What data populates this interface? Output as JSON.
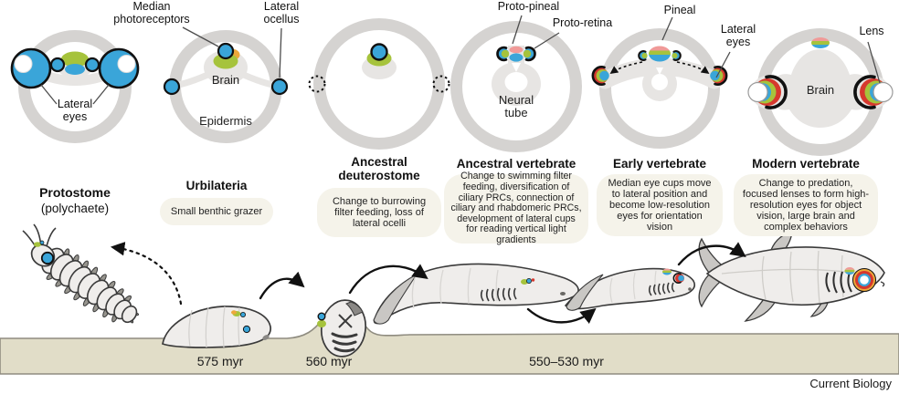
{
  "figure": {
    "credit": "Current Biology"
  },
  "callouts": {
    "median_photoreceptors": "Median photoreceptors",
    "lateral_ocellus": "Lateral ocellus",
    "lateral_eyes_protostome": "Lateral eyes",
    "brain_urbilateria": "Brain",
    "epidermis": "Epidermis",
    "proto_pineal": "Proto-pineal",
    "proto_retina": "Proto-retina",
    "neural_tube": "Neural tube",
    "pineal": "Pineal",
    "lateral_eyes_early_vertebrate": "Lateral eyes",
    "brain_modern_vertebrate": "Brain",
    "lens": "Lens"
  },
  "stages": [
    {
      "title": "Protostome",
      "subtitle": "(polychaete)",
      "description": ""
    },
    {
      "title": "Urbilateria",
      "description": "Small benthic grazer"
    },
    {
      "title": "Ancestral deuterostome",
      "description": "Change to burrowing filter feeding, loss of lateral ocelli"
    },
    {
      "title": "Ancestral vertebrate",
      "description": "Change to swimming filter feeding, diversification of ciliary PRCs, connection of ciliary and rhabdomeric PRCs, development of lateral cups for reading vertical light gradients"
    },
    {
      "title": "Early vertebrate",
      "description": "Median eye cups move to lateral position and become low-resolution eyes for orientation vision"
    },
    {
      "title": "Modern vertebrate",
      "description": "Change to predation, focused lenses to form high-resolution eyes for object vision, large brain and complex behaviors"
    }
  ],
  "timeline": {
    "labels": [
      "575 myr",
      "560 myr",
      "550–530 myr"
    ]
  },
  "colors": {
    "photoreceptor_blue": "#3aa5d9",
    "ciliary_green": "#a6c33c",
    "orange": "#eda83b",
    "rhabdomeric_red": "#d6382e",
    "pineal_pink": "#f09a98",
    "epidermis_gray": "#d5d3d1",
    "neural_gray": "#e7e5e3",
    "substrate_tan": "#e1ddc8",
    "note_box_bg": "#f5f3ea"
  }
}
